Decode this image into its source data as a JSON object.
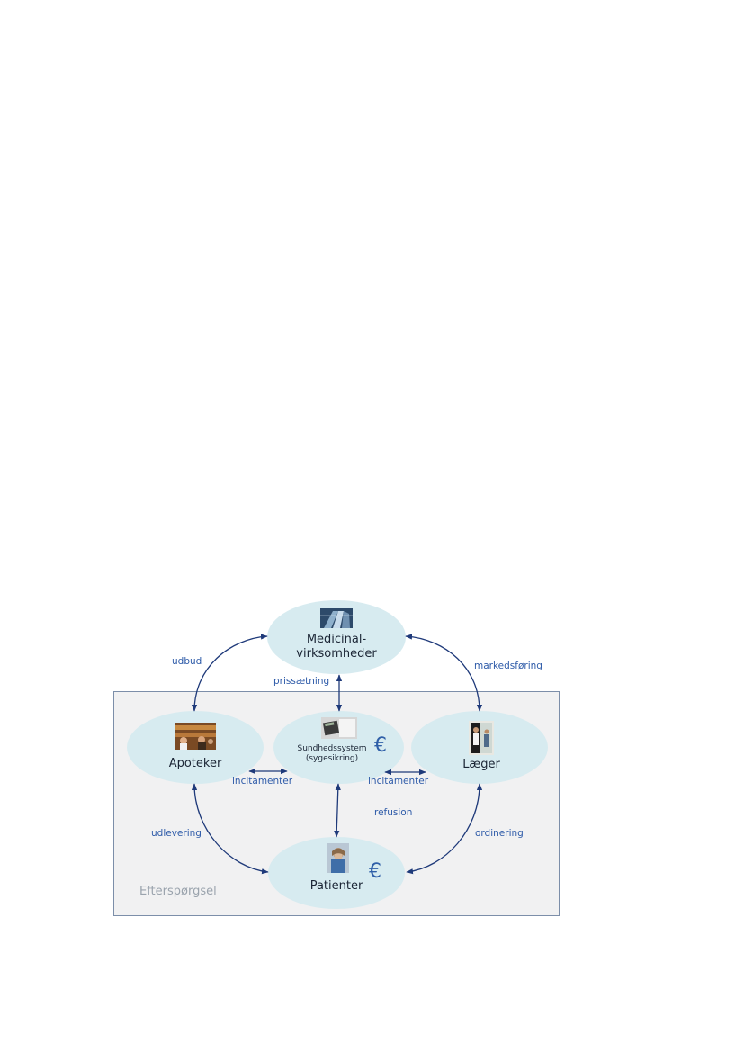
{
  "region_label": "Efterspørgsel",
  "nodes": {
    "medicinal": {
      "line1": "Medicinal-",
      "line2": "virksomheder"
    },
    "apoteker": {
      "label": "Apoteker"
    },
    "sundhed": {
      "line1": "Sundhedssystem",
      "line2": "(sygesikring)"
    },
    "laeger": {
      "label": "Læger"
    },
    "patienter": {
      "label": "Patienter"
    }
  },
  "edge_labels": {
    "udbud": "udbud",
    "prissaetning": "prissætning",
    "markedsforing": "markedsføring",
    "incitamenter_left": "incitamenter",
    "incitamenter_right": "incitamenter",
    "refusion": "refusion",
    "udlevering": "udlevering",
    "ordinering": "ordinering"
  },
  "currency_symbols": {
    "sundhed": "€",
    "patienter": "€"
  },
  "colors": {
    "node_fill": "#d7ebf0",
    "arrow": "#1f3a7a",
    "edge_text": "#2d5aa8",
    "box_fill": "#f1f1f2",
    "box_border": "#7c8ea9"
  },
  "icons": {
    "medicinal": "office-building-photo-icon",
    "apoteker": "pharmacy-photo-icon",
    "sundhed": "calculator-photo-icon",
    "laeger": "doctor-photo-icon",
    "patienter": "patient-photo-icon"
  }
}
